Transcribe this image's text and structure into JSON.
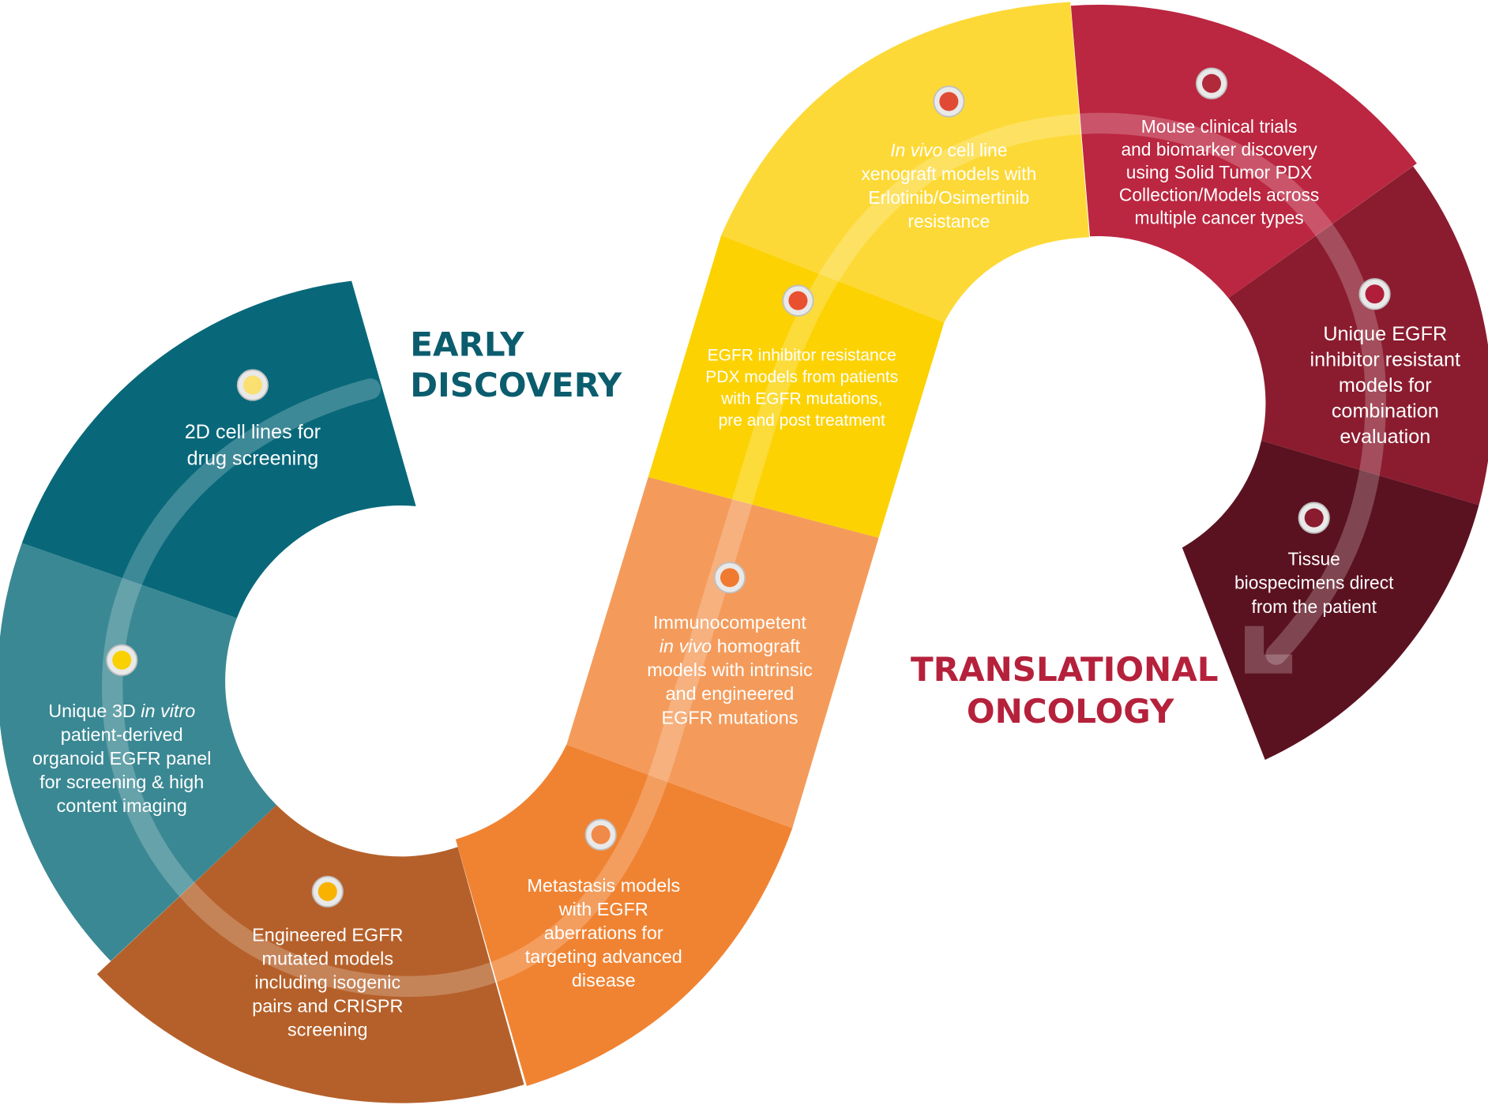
{
  "headings": {
    "early": [
      "EARLY",
      "DISCOVERY"
    ],
    "translational": [
      "TRANSLATIONAL",
      "ONCOLOGY"
    ]
  },
  "colors": {
    "early_heading": "#0b5d6e",
    "translational_heading": "#b5213b"
  },
  "steps": [
    {
      "id": "2d-cell-lines",
      "color": "#08687a",
      "dot": "#f9e070",
      "lines": [
        [
          [
            "2D cell lines for",
            false
          ]
        ],
        [
          [
            "drug screening",
            false
          ]
        ]
      ]
    },
    {
      "id": "3d-organoid",
      "color": "#3a8893",
      "dot": "#f9d000",
      "lines": [
        [
          [
            "Unique 3D ",
            false
          ],
          [
            "in vitro",
            true
          ]
        ],
        [
          [
            "patient-derived",
            false
          ]
        ],
        [
          [
            "organoid EGFR panel",
            false
          ]
        ],
        [
          [
            "for screening & high",
            false
          ]
        ],
        [
          [
            "content imaging",
            false
          ]
        ]
      ]
    },
    {
      "id": "engineered-models",
      "color": "#b5602a",
      "dot": "#f9b200",
      "lines": [
        [
          [
            "Engineered EGFR",
            false
          ]
        ],
        [
          [
            "mutated models",
            false
          ]
        ],
        [
          [
            "including isogenic",
            false
          ]
        ],
        [
          [
            "pairs and CRISPR",
            false
          ]
        ],
        [
          [
            "screening",
            false
          ]
        ]
      ]
    },
    {
      "id": "metastasis-models",
      "color": "#f08332",
      "dot": "#f08a4a",
      "lines": [
        [
          [
            "Metastasis models",
            false
          ]
        ],
        [
          [
            "with EGFR",
            false
          ]
        ],
        [
          [
            "aberrations for",
            false
          ]
        ],
        [
          [
            "targeting advanced",
            false
          ]
        ],
        [
          [
            "disease",
            false
          ]
        ]
      ]
    },
    {
      "id": "immunocompetent",
      "color": "#f49b5b",
      "dot": "#f07a30",
      "lines": [
        [
          [
            "Immunocompetent",
            false
          ]
        ],
        [
          [
            "in vivo",
            true
          ],
          [
            " homograft",
            false
          ]
        ],
        [
          [
            "models with intrinsic",
            false
          ]
        ],
        [
          [
            "and engineered",
            false
          ]
        ],
        [
          [
            "EGFR mutations",
            false
          ]
        ]
      ]
    },
    {
      "id": "pdx-resistance",
      "color": "#fcd203",
      "dot": "#e8502f",
      "lines": [
        [
          [
            "EGFR inhibitor resistance",
            false
          ]
        ],
        [
          [
            "PDX models from patients",
            false
          ]
        ],
        [
          [
            "with EGFR mutations,",
            false
          ]
        ],
        [
          [
            "pre and post treatment",
            false
          ]
        ]
      ]
    },
    {
      "id": "xenograft",
      "color": "#fdd937",
      "dot": "#e04a35",
      "lines": [
        [
          [
            "In vivo",
            true
          ],
          [
            " cell line",
            false
          ]
        ],
        [
          [
            "xenograft models with",
            false
          ]
        ],
        [
          [
            "Erlotinib/Osimertinib",
            false
          ]
        ],
        [
          [
            "resistance",
            false
          ]
        ]
      ]
    },
    {
      "id": "mouse-clinical-trials",
      "color": "#bb2640",
      "dot": "#b02a3a",
      "lines": [
        [
          [
            "Mouse clinical trials",
            false
          ]
        ],
        [
          [
            "and biomarker discovery",
            false
          ]
        ],
        [
          [
            "using Solid Tumor PDX",
            false
          ]
        ],
        [
          [
            "Collection/Models across",
            false
          ]
        ],
        [
          [
            "multiple cancer types",
            false
          ]
        ]
      ]
    },
    {
      "id": "combination-models",
      "color": "#8b1c2f",
      "dot": "#b01e3a",
      "lines": [
        [
          [
            "Unique EGFR",
            false
          ]
        ],
        [
          [
            "inhibitor resistant",
            false
          ]
        ],
        [
          [
            "models for",
            false
          ]
        ],
        [
          [
            "combination",
            false
          ]
        ],
        [
          [
            "evaluation",
            false
          ]
        ]
      ]
    },
    {
      "id": "tissue-biospecimens",
      "color": "#5b1220",
      "dot": "#8b1c2f",
      "lines": [
        [
          [
            "Tissue",
            false
          ]
        ],
        [
          [
            "biospecimens direct",
            false
          ]
        ],
        [
          [
            "from the patient",
            false
          ]
        ]
      ]
    }
  ]
}
